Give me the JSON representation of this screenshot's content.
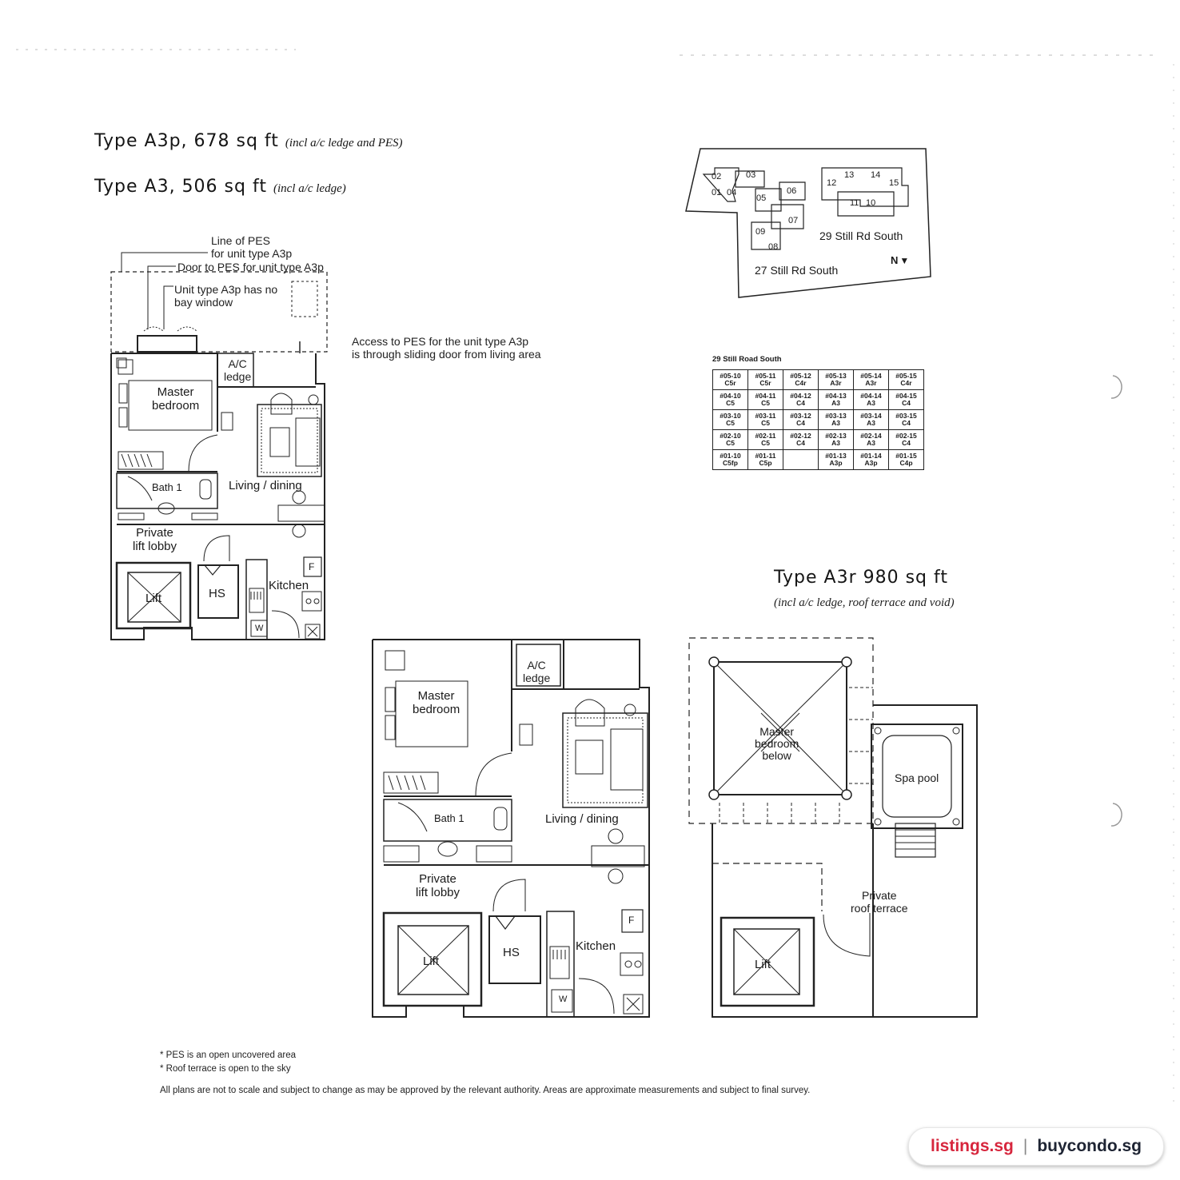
{
  "headings": {
    "a3p": {
      "title": "Type A3p, 678 sq ft",
      "note": "(incl a/c ledge and PES)"
    },
    "a3": {
      "title": "Type A3, 506 sq ft",
      "note": "(incl a/c ledge)"
    },
    "a3r": {
      "title": "Type A3r 980 sq ft",
      "note": "(incl a/c ledge, roof terrace and void)"
    }
  },
  "plan_a3p": {
    "callout_pes_line": [
      "Line of PES",
      "for unit type A3p"
    ],
    "callout_door": "Door to PES for unit type A3p",
    "callout_bay": [
      "Unit type A3p has no",
      "bay window"
    ],
    "access_note": [
      "Access to PES for the unit type A3p",
      "is through sliding door from living area"
    ],
    "rooms": {
      "ac_ledge": [
        "A/C",
        "ledge"
      ],
      "master_bedroom": [
        "Master",
        "bedroom"
      ],
      "bath": "Bath 1",
      "living": "Living / dining",
      "lift_lobby": [
        "Private",
        "lift lobby"
      ],
      "lift": "Lift",
      "hs": "HS",
      "kitchen": "Kitchen",
      "fridge": "F",
      "washer": "W"
    }
  },
  "plan_a3": {
    "rooms": {
      "ac_ledge": [
        "A/C",
        "ledge"
      ],
      "master_bedroom": [
        "Master",
        "bedroom"
      ],
      "bath": "Bath 1",
      "living": "Living / dining",
      "lift_lobby": [
        "Private",
        "lift lobby"
      ],
      "lift": "Lift",
      "hs": "HS",
      "kitchen": "Kitchen",
      "fridge": "F",
      "washer": "W"
    }
  },
  "plan_a3r": {
    "rooms": {
      "master_below": [
        "Master",
        "bedroom",
        "below"
      ],
      "spa": "Spa pool",
      "terrace": [
        "Private",
        "roof terrace"
      ],
      "lift": "Lift"
    }
  },
  "site_plan": {
    "units": [
      "01",
      "02",
      "03",
      "04",
      "05",
      "06",
      "07",
      "08",
      "09",
      "10",
      "11",
      "12",
      "13",
      "14",
      "15"
    ],
    "block_29": "29 Still Rd South",
    "block_27": "27 Still Rd South",
    "north": "N"
  },
  "stacking": {
    "title": "29 Still Road South",
    "rows": [
      [
        [
          "#05-10",
          "C5r"
        ],
        [
          "#05-11",
          "C5r"
        ],
        [
          "#05-12",
          "C4r"
        ],
        [
          "#05-13",
          "A3r"
        ],
        [
          "#05-14",
          "A3r"
        ],
        [
          "#05-15",
          "C4r"
        ]
      ],
      [
        [
          "#04-10",
          "C5"
        ],
        [
          "#04-11",
          "C5"
        ],
        [
          "#04-12",
          "C4"
        ],
        [
          "#04-13",
          "A3"
        ],
        [
          "#04-14",
          "A3"
        ],
        [
          "#04-15",
          "C4"
        ]
      ],
      [
        [
          "#03-10",
          "C5"
        ],
        [
          "#03-11",
          "C5"
        ],
        [
          "#03-12",
          "C4"
        ],
        [
          "#03-13",
          "A3"
        ],
        [
          "#03-14",
          "A3"
        ],
        [
          "#03-15",
          "C4"
        ]
      ],
      [
        [
          "#02-10",
          "C5"
        ],
        [
          "#02-11",
          "C5"
        ],
        [
          "#02-12",
          "C4"
        ],
        [
          "#02-13",
          "A3"
        ],
        [
          "#02-14",
          "A3"
        ],
        [
          "#02-15",
          "C4"
        ]
      ],
      [
        [
          "#01-10",
          "C5fp"
        ],
        [
          "#01-11",
          "C5p"
        ],
        [
          "",
          ""
        ],
        [
          "#01-13",
          "A3p"
        ],
        [
          "#01-14",
          "A3p"
        ],
        [
          "#01-15",
          "C4p"
        ]
      ]
    ]
  },
  "footnotes": {
    "pes": "* PES is an open uncovered area",
    "roof": "* Roof terrace is open to the sky",
    "disclaimer": "All plans are not to scale and subject to change as may be approved by the relevant authority. Areas are approximate measurements and subject to final survey."
  },
  "branding": {
    "left": "listings.sg",
    "separator": "|",
    "right": "buycondo.sg"
  }
}
